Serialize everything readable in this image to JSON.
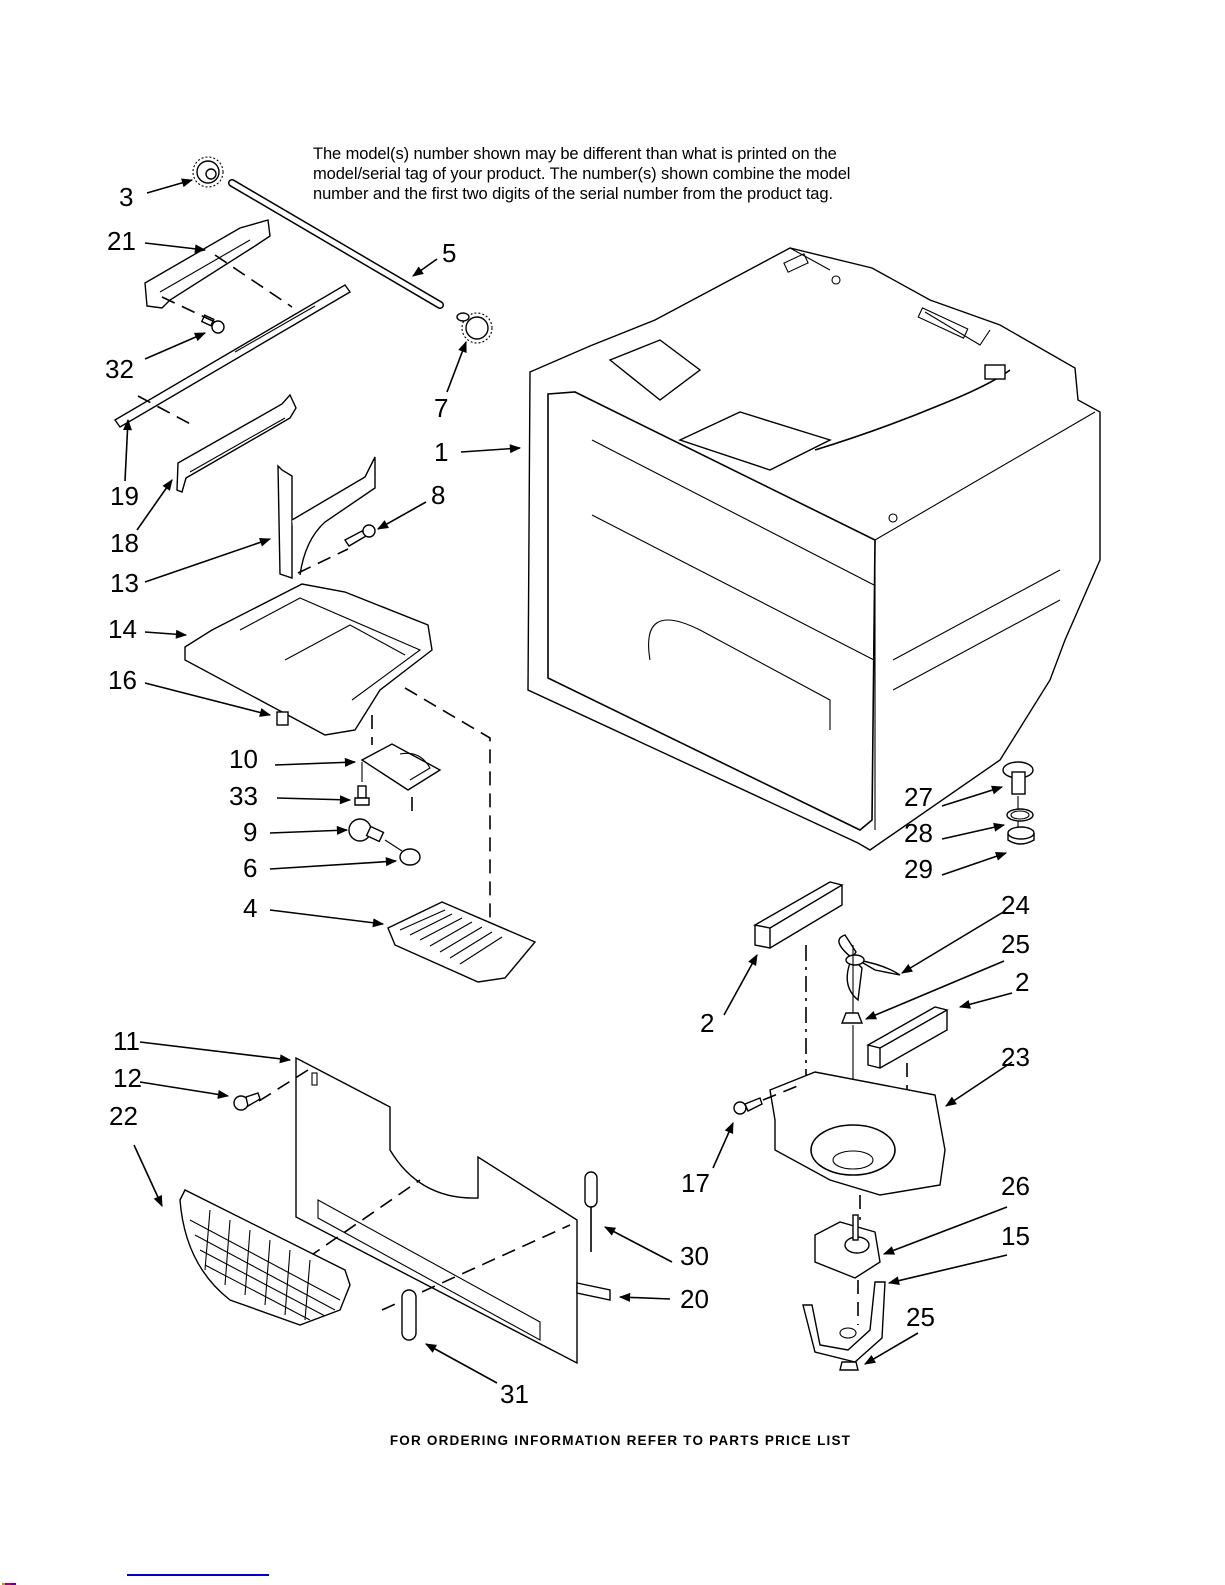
{
  "notice": {
    "lines": [
      "The model(s) number shown may be different than what is printed on the",
      "model/serial tag of your product. The number(s) shown combine the model",
      "number and the first two digits of the serial number from the product tag."
    ]
  },
  "footer": {
    "text": "FOR ORDERING INFORMATION REFER TO PARTS PRICE LIST"
  },
  "callouts": [
    {
      "id": "3",
      "part": "drawer-gear-left"
    },
    {
      "id": "21",
      "part": "slide-bracket-left-upper"
    },
    {
      "id": "5",
      "part": "pinion-shaft"
    },
    {
      "id": "32",
      "part": "screw"
    },
    {
      "id": "7",
      "part": "drawer-gear-right"
    },
    {
      "id": "19",
      "part": "drawer-slide-rail"
    },
    {
      "id": "1",
      "part": "freezer-liner"
    },
    {
      "id": "18",
      "part": "slide-bracket-left-lower"
    },
    {
      "id": "8",
      "part": "screw"
    },
    {
      "id": "13",
      "part": "slide-support-bracket"
    },
    {
      "id": "14",
      "part": "light-housing"
    },
    {
      "id": "16",
      "part": "light-switch"
    },
    {
      "id": "10",
      "part": "light-socket-housing"
    },
    {
      "id": "33",
      "part": "screw"
    },
    {
      "id": "9",
      "part": "light-bulb"
    },
    {
      "id": "6",
      "part": "lamp-socket"
    },
    {
      "id": "4",
      "part": "light-shield"
    },
    {
      "id": "27",
      "part": "drain-trap"
    },
    {
      "id": "28",
      "part": "o-ring"
    },
    {
      "id": "29",
      "part": "drain-cap"
    },
    {
      "id": "24",
      "part": "fan-blade"
    },
    {
      "id": "25",
      "part": "nut"
    },
    {
      "id": "2",
      "part": "insulation"
    },
    {
      "id": "23",
      "part": "fan-shroud"
    },
    {
      "id": "17",
      "part": "screw"
    },
    {
      "id": "26",
      "part": "fan-motor"
    },
    {
      "id": "15",
      "part": "motor-bracket"
    },
    {
      "id": "11",
      "part": "evaporator-cover"
    },
    {
      "id": "12",
      "part": "screw"
    },
    {
      "id": "22",
      "part": "grille"
    },
    {
      "id": "30",
      "part": "thermistor"
    },
    {
      "id": "20",
      "part": "insulation-strip"
    },
    {
      "id": "31",
      "part": "clip"
    }
  ]
}
